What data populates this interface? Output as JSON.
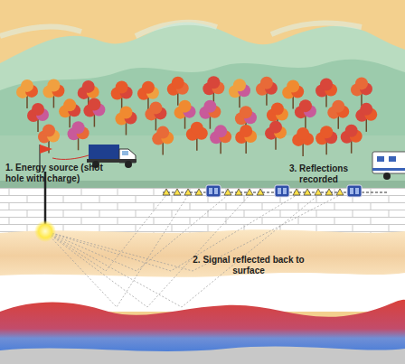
{
  "diagram": {
    "labels": [
      "1. Energy source (shot hole with charge)",
      "3. Reflections recorded",
      "2. Signal reflected back to surface"
    ]
  }
}
